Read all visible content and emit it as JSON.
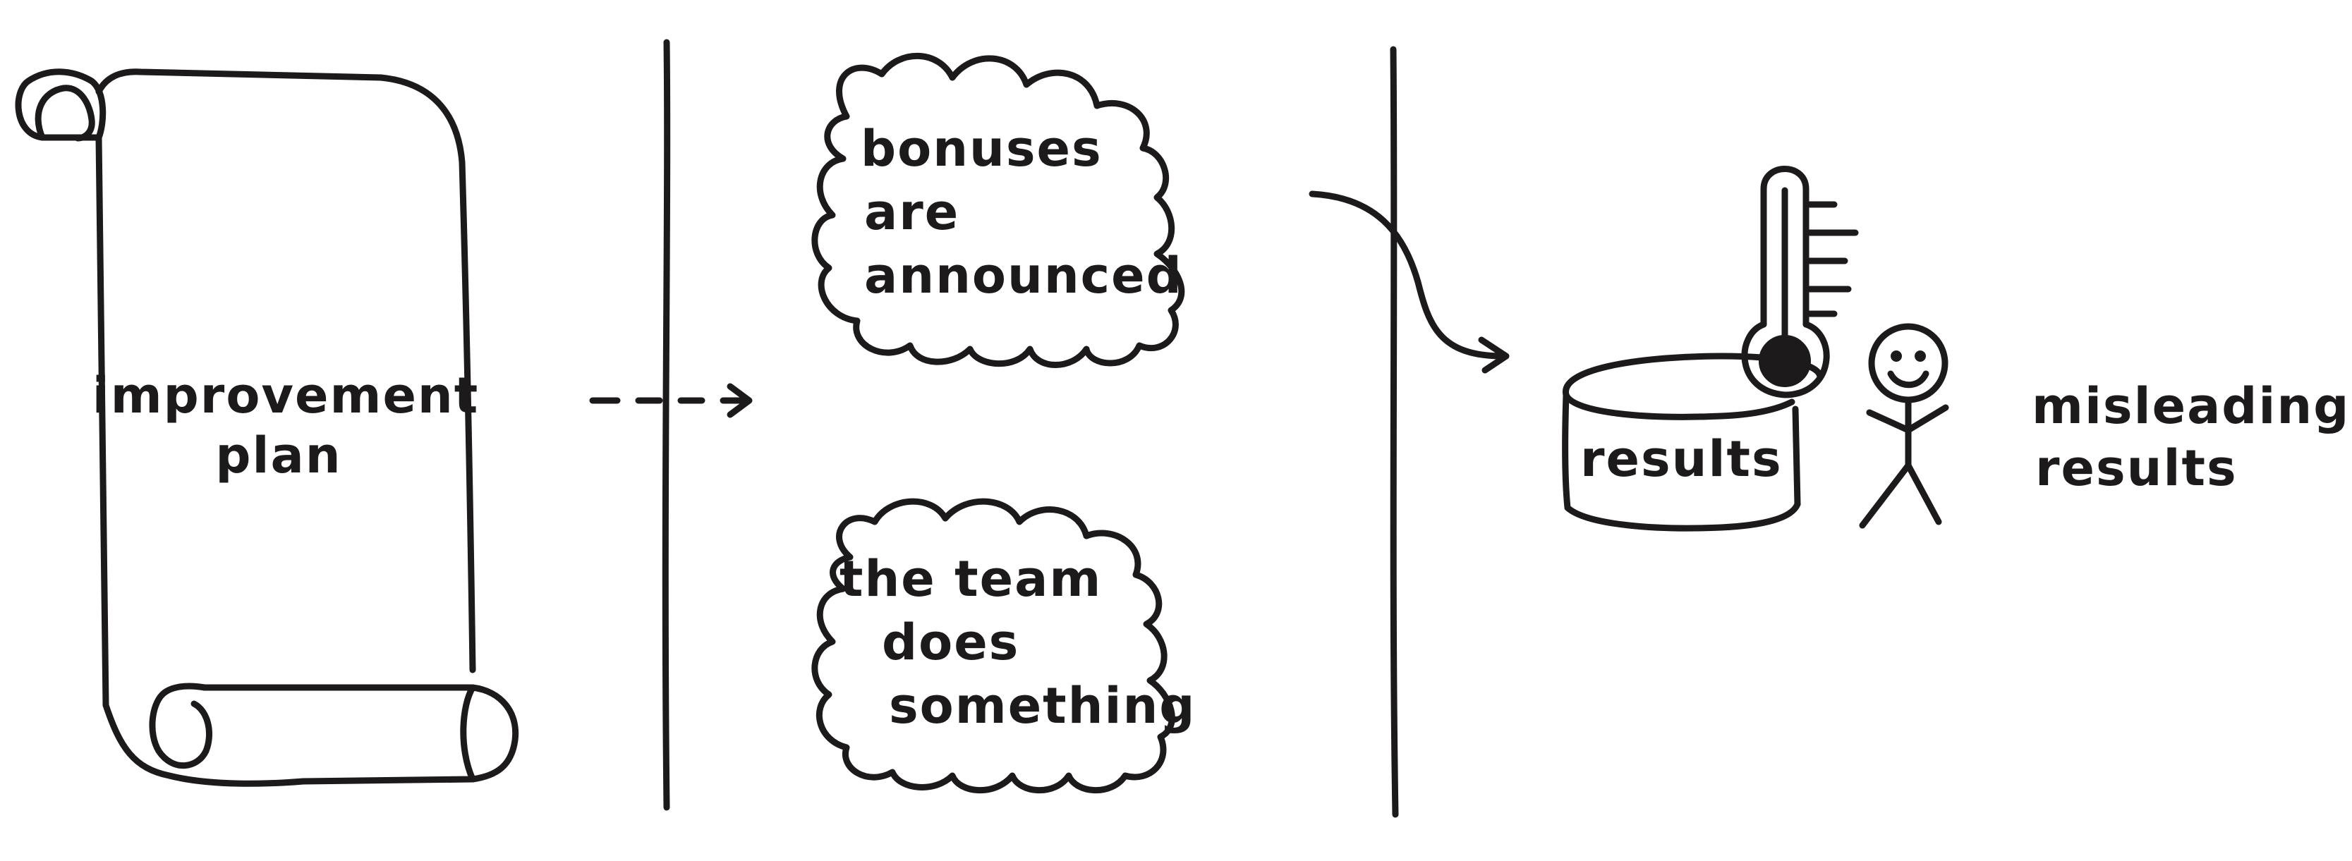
{
  "scroll": {
    "lines": [
      "improvement",
      "plan"
    ]
  },
  "clouds": {
    "top": {
      "lines": [
        "bonuses",
        "are",
        "announced"
      ]
    },
    "bottom": {
      "lines": [
        "the team",
        "does",
        "something"
      ]
    }
  },
  "drum": {
    "label": "results"
  },
  "outcome": {
    "lines": [
      "misleading",
      "results"
    ]
  },
  "colors": {
    "ink": "#1c1a1a",
    "paper": "#ffffff"
  }
}
